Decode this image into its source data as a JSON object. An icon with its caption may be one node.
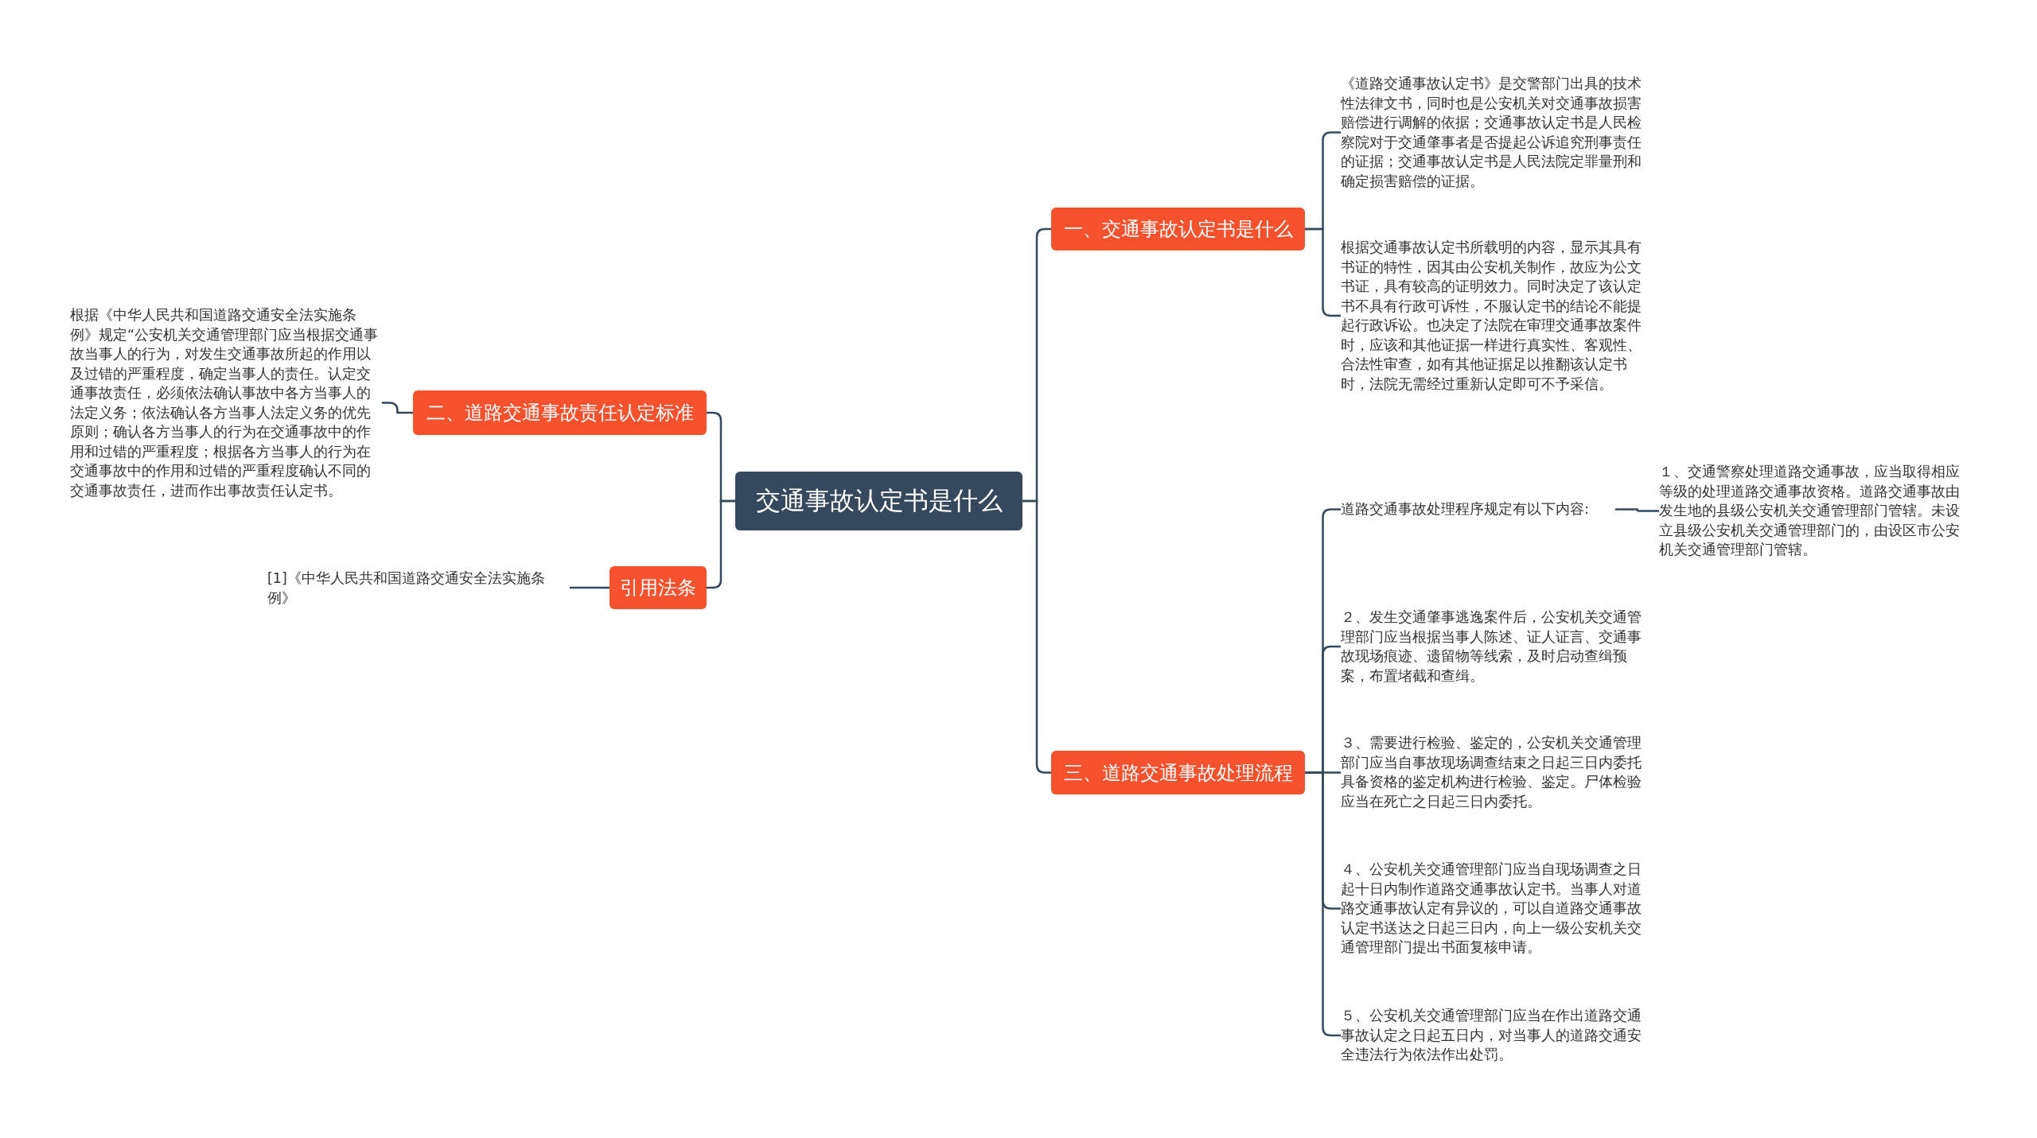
{
  "diagram": {
    "nodes": [
      {
        "text": [
          "交通事故认定书是什么"
        ]
      },
      {
        "text": [
          "一、交通事故认定书是什么"
        ]
      },
      {
        "text": [
          "《道路交通事故认定书》是交警部门出具的技术性法律文书，同时也是公安机关对交通事故损害赔偿进行调解的依据；交通事故认定书是人民检察院对于交通肇事者是否提起公诉追究刑事责任的证据；交通事故认定书是人民法院定罪量刑和确定损害赔偿的证据。"
        ]
      },
      {
        "text": [
          "根据交通事故认定书所载明的内容，显示其具有书证的特性，因其由公安机关制作，故应为公文书证，具有较高的证明效力。同时决定了该认定书不具有行政可诉性，不服认定书的结论不能提起行政诉讼。也决定了法院在审理交通事故案件时，应该和其他证据一样进行真实性、客观性、合法性审查，如有其他证据足以推翻该认定书时，法院无需经过重新认定即可不予采信。"
        ]
      },
      {
        "text": [
          "二、道路交通事故责任认定标准"
        ]
      },
      {
        "text": [
          "根据《中华人民共和国道路交通安全法实施条例》规定“公安机关交通管理部门应当根据交通事故当事人的行为，对发生交通事故所起的作用以及过错的严重程度，确定当事人的责任。认定交通事故责任，必须依法确认事故中各方当事人的法定义务；依法确认各方当事人法定义务的优先原则；确认各方当事人的行为在交通事故中的作用和过错的严重程度；根据各方当事人的行为在交通事故中的作用和过错的严重程度确认不同的交通事故责任，进而作出事故责任认定书。"
        ]
      },
      {
        "text": [
          "引用法条"
        ]
      },
      {
        "text": [
          "[1]《中华人民共和国道路交通安全法实施条例》"
        ]
      },
      {
        "text": [
          "三、道路交通事故处理流程"
        ]
      },
      {
        "text": [
          "道路交通事故处理程序规定有以下内容:"
        ]
      },
      {
        "text": [
          "１、交通警察处理道路交通事故，应当取得相应等级的处理道路交通事故资格。道路交通事故由发生地的县级公安机关交通管理部门管辖。未设立县级公安机关交通管理部门的，由设区市公安机关交通管理部门管辖。"
        ]
      },
      {
        "text": [
          "２、发生交通肇事逃逸案件后，公安机关交通管理部门应当根据当事人陈述、证人证言、交通事故现场痕迹、遗留物等线索，及时启动查缉预案，布置堵截和查缉。"
        ]
      },
      {
        "text": [
          "３、需要进行检验、鉴定的，公安机关交通管理部门应当自事故现场调查结束之日起三日内委托具备资格的鉴定机构进行检验、鉴定。尸体检验应当在死亡之日起三日内委托。"
        ]
      },
      {
        "text": [
          "４、公安机关交通管理部门应当自现场调查之日起十日内制作道路交通事故认定书。当事人对道路交通事故认定有异议的，可以自道路交通事故认定书送达之日起三日内，向上一级公安机关交通管理部门提出书面复核申请。"
        ]
      },
      {
        "text": [
          "５、公安机关交通管理部门应当在作出道路交通事故认定之日起五日内，对当事人的道路交通安全违法行为依法作出处罚。"
        ]
      }
    ],
    "edges": [
      {
        "from": 0,
        "to": 1,
        "arrow": "none"
      },
      {
        "from": 0,
        "to": 4,
        "arrow": "none"
      },
      {
        "from": 0,
        "to": 6,
        "arrow": "none"
      },
      {
        "from": 0,
        "to": 8,
        "arrow": "none"
      },
      {
        "from": 1,
        "to": 2,
        "arrow": "none"
      },
      {
        "from": 1,
        "to": 3,
        "arrow": "none"
      },
      {
        "from": 4,
        "to": 5,
        "arrow": "none"
      },
      {
        "from": 6,
        "to": 7,
        "arrow": "none"
      },
      {
        "from": 8,
        "to": 9,
        "arrow": "none"
      },
      {
        "from": 9,
        "to": 10,
        "arrow": "none"
      },
      {
        "from": 8,
        "to": 11,
        "arrow": "none"
      },
      {
        "from": 8,
        "to": 12,
        "arrow": "none"
      },
      {
        "from": 8,
        "to": 13,
        "arrow": "none"
      },
      {
        "from": 8,
        "to": 14,
        "arrow": "none"
      }
    ]
  }
}
